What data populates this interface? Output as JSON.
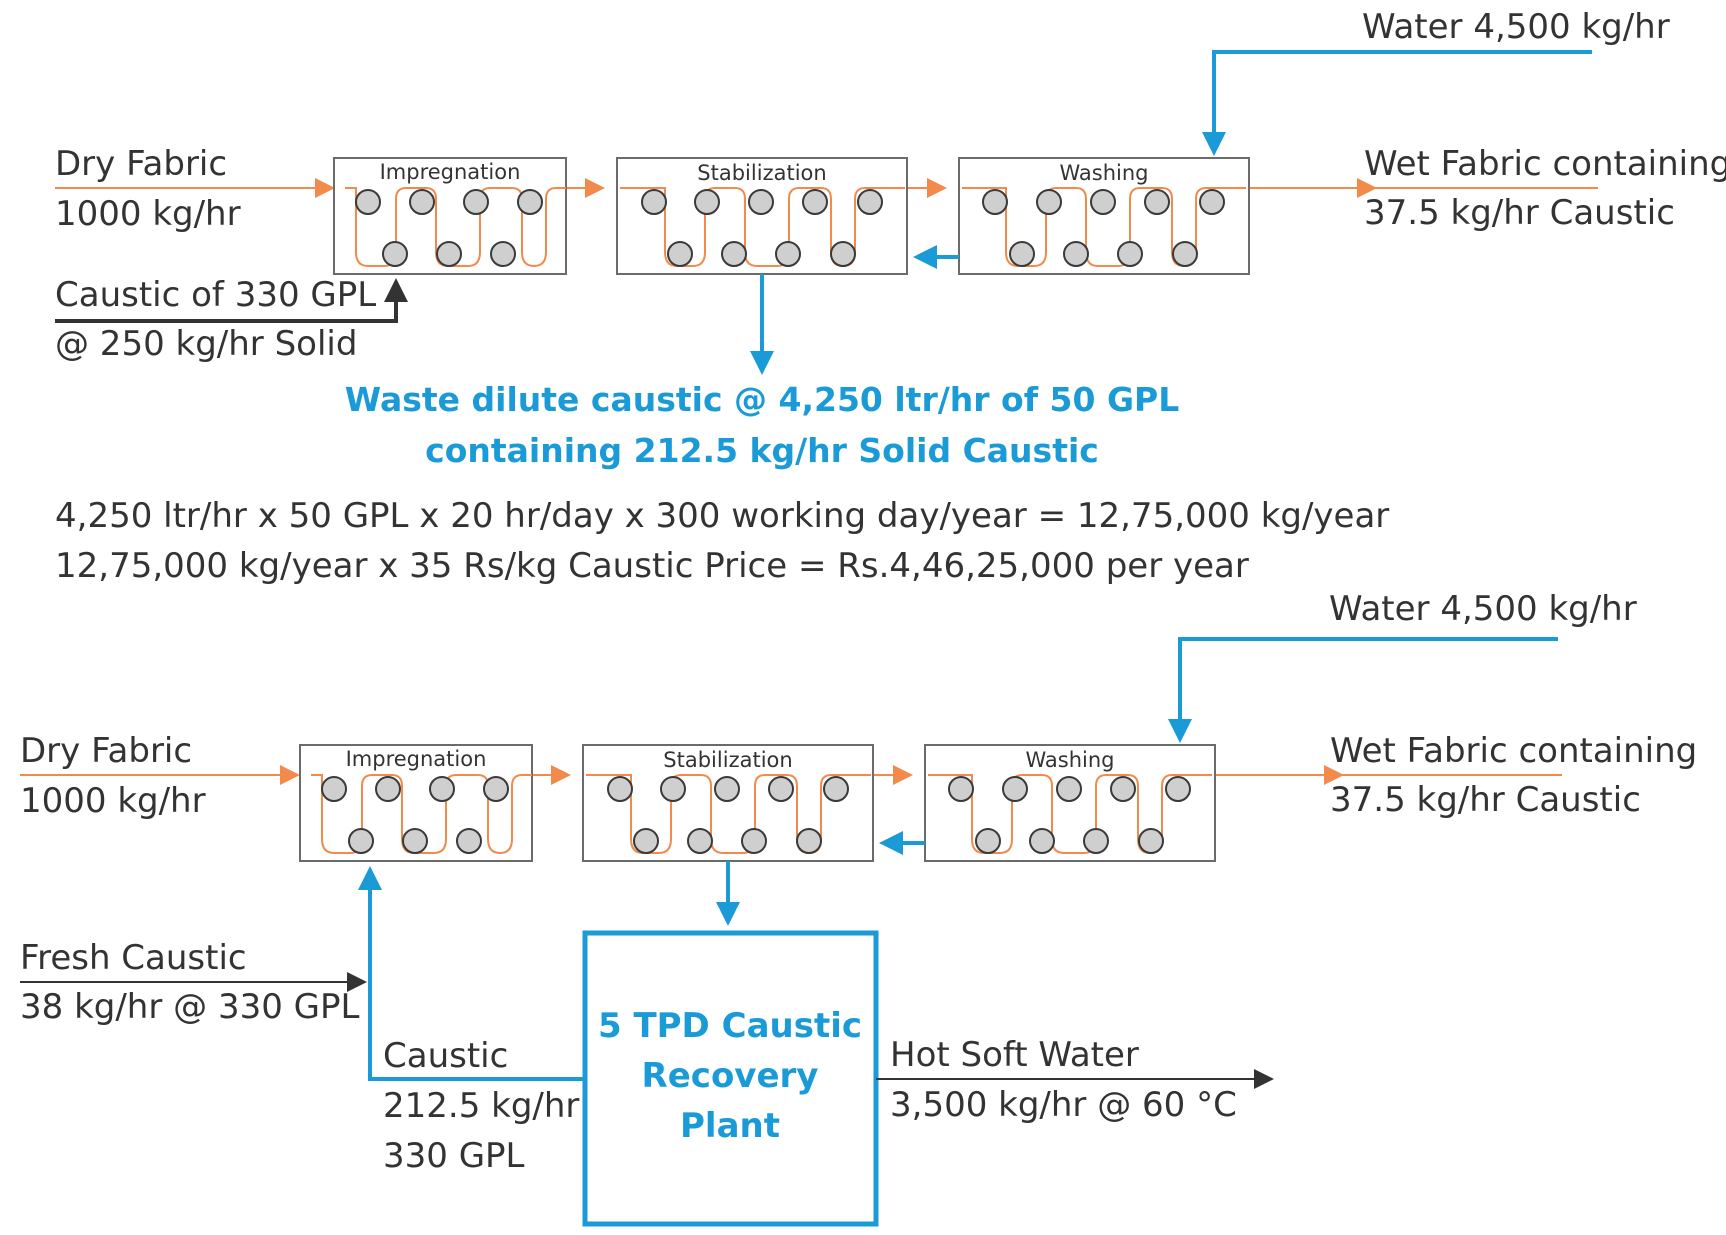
{
  "colors": {
    "fabric": "#f28a4c",
    "water": "#1a9ad6",
    "caustic_feed": "#333333",
    "unit_border": "#6b6b6b",
    "roller_fill": "#cfcfcf",
    "text": "#333333"
  },
  "top": {
    "water": "Water 4,500 kg/hr",
    "dry_fabric": [
      "Dry Fabric",
      "1000 kg/hr"
    ],
    "wet_fabric": [
      "Wet Fabric containing",
      "37.5 kg/hr Caustic"
    ],
    "caustic_feed": [
      "Caustic of 330 GPL",
      "@ 250 kg/hr Solid"
    ],
    "units": [
      "Impregnation",
      "Stabilization",
      "Washing"
    ],
    "waste": [
      "Waste dilute caustic @ 4,250 ltr/hr of 50 GPL",
      "containing 212.5 kg/hr Solid Caustic"
    ]
  },
  "calculation": [
    "4,250  ltr/hr x 50 GPL x 20 hr/day x 300 working day/year = 12,75,000 kg/year",
    "12,75,000 kg/year x 35 Rs/kg Caustic Price = Rs.4,46,25,000 per year"
  ],
  "bottom": {
    "water": "Water 4,500 kg/hr",
    "dry_fabric": [
      "Dry Fabric",
      "1000 kg/hr"
    ],
    "wet_fabric": [
      "Wet Fabric containing",
      "37.5 kg/hr Caustic"
    ],
    "units": [
      "Impregnation",
      "Stabilization",
      "Washing"
    ],
    "fresh_caustic": [
      "Fresh Caustic",
      "38 kg/hr @ 330 GPL"
    ],
    "recovered_caustic": [
      "Caustic",
      "212.5 kg/hr",
      "330 GPL"
    ],
    "plant": [
      "5 TPD Caustic",
      "Recovery",
      "Plant"
    ],
    "hot_water": [
      "Hot Soft Water",
      "3,500 kg/hr @ 60 °C"
    ]
  }
}
